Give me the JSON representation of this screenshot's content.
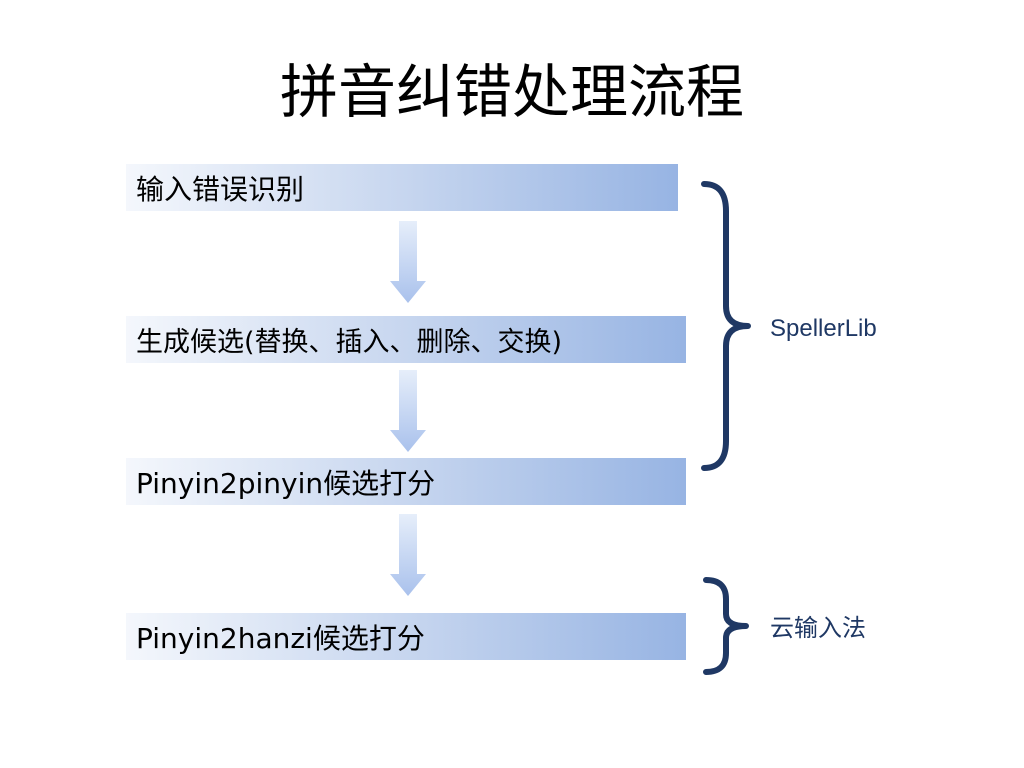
{
  "title": "拼音纠错处理流程",
  "steps": [
    {
      "label": "输入错误识别"
    },
    {
      "label": "生成候选(替换、插入、删除、交换)"
    },
    {
      "label": "Pinyin2pinyin候选打分"
    },
    {
      "label": "Pinyin2hanzi候选打分"
    }
  ],
  "groups": [
    {
      "label": "SpellerLib"
    },
    {
      "label": "云输入法"
    }
  ],
  "colors": {
    "box_gradient_start": "#f4f7fc",
    "box_gradient_end": "#97b4e3",
    "arrow": "#b4c9ee",
    "brace": "#1f3864",
    "group_label": "#1f3864"
  }
}
